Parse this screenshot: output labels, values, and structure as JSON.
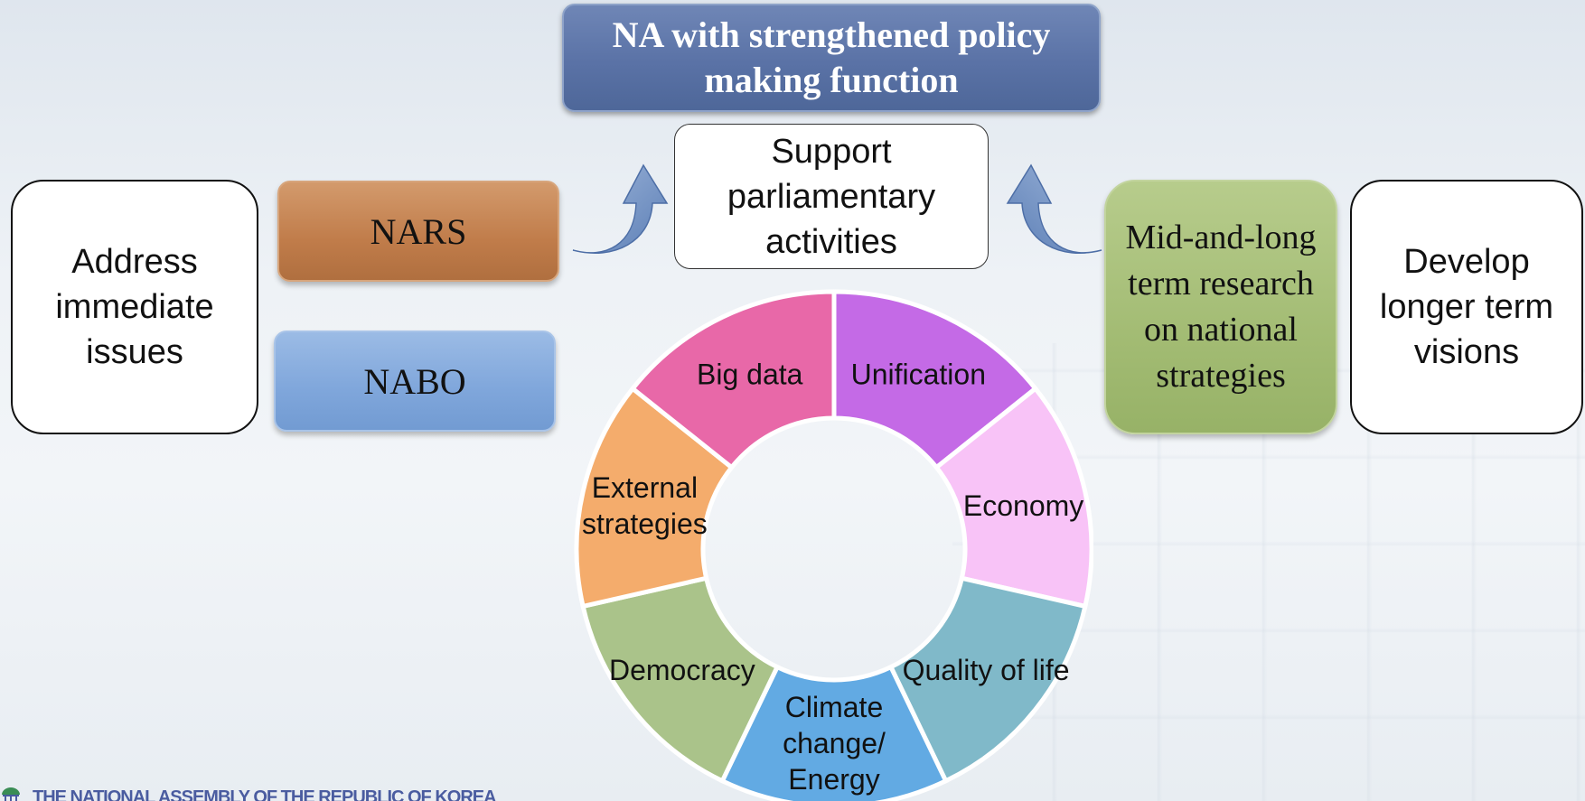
{
  "title": "NA with strengthened policy making function",
  "support": "Support parliamentary activities",
  "left_box": "Address immediate issues",
  "right_box": "Develop longer term visions",
  "institutions": {
    "nars": "NARS",
    "nabo": "NABO"
  },
  "mid_long": "Mid-and-long term research on national strategies",
  "footer": "THE NATIONAL ASSEMBLY OF THE REPUBLIC OF KOREA",
  "donut_segments": [
    {
      "label_lines": [
        "Unification"
      ],
      "color": "#c46ae6"
    },
    {
      "label_lines": [
        "Economy"
      ],
      "color": "#f8c3f7"
    },
    {
      "label_lines": [
        "Quality of life"
      ],
      "color": "#80b9c9"
    },
    {
      "label_lines": [
        "Climate",
        "change/",
        "Energy"
      ],
      "color": "#62aae3"
    },
    {
      "label_lines": [
        "Democracy"
      ],
      "color": "#aac38a"
    },
    {
      "label_lines": [
        "External",
        "strategies"
      ],
      "color": "#f4ac6c"
    },
    {
      "label_lines": [
        "Big data"
      ],
      "color": "#e868a8"
    }
  ],
  "colors": {
    "title_bg": "#5a72a6",
    "nars": "#c07c4a",
    "nabo": "#7fa6db",
    "mid_long": "#a3bc74",
    "arrow": "#6f8fc1"
  }
}
